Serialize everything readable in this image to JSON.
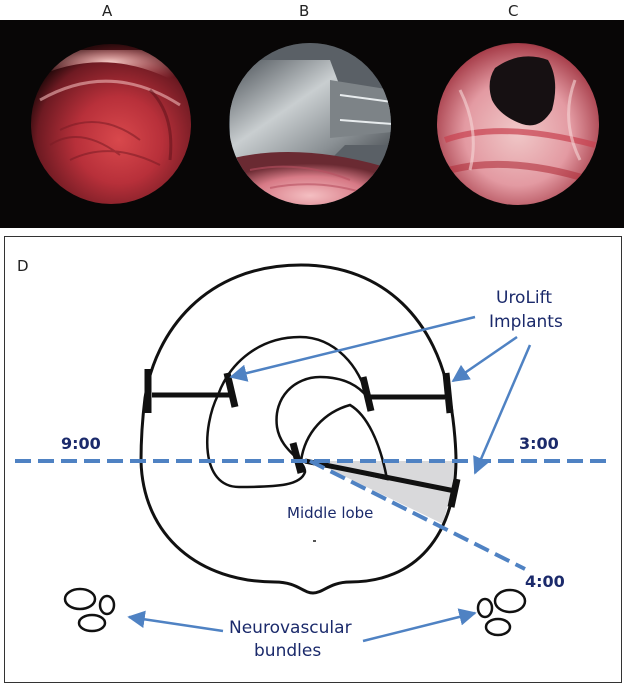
{
  "panels": {
    "a": "A",
    "b": "B",
    "c": "C",
    "d": "D"
  },
  "diagram": {
    "clock_left": "9:00",
    "clock_right": "3:00",
    "clock_oblique": "4:00",
    "implants_line1": "UroLift",
    "implants_line2": "Implants",
    "middle_lobe": "Middle lobe",
    "nvb_line1": "Neurovascular",
    "nvb_line2": "bundles"
  },
  "colors": {
    "annotation_blue": "#4f82c3",
    "label_navy": "#1b2a6b",
    "shaded_region": "#d9d9db",
    "outline": "#111111"
  }
}
